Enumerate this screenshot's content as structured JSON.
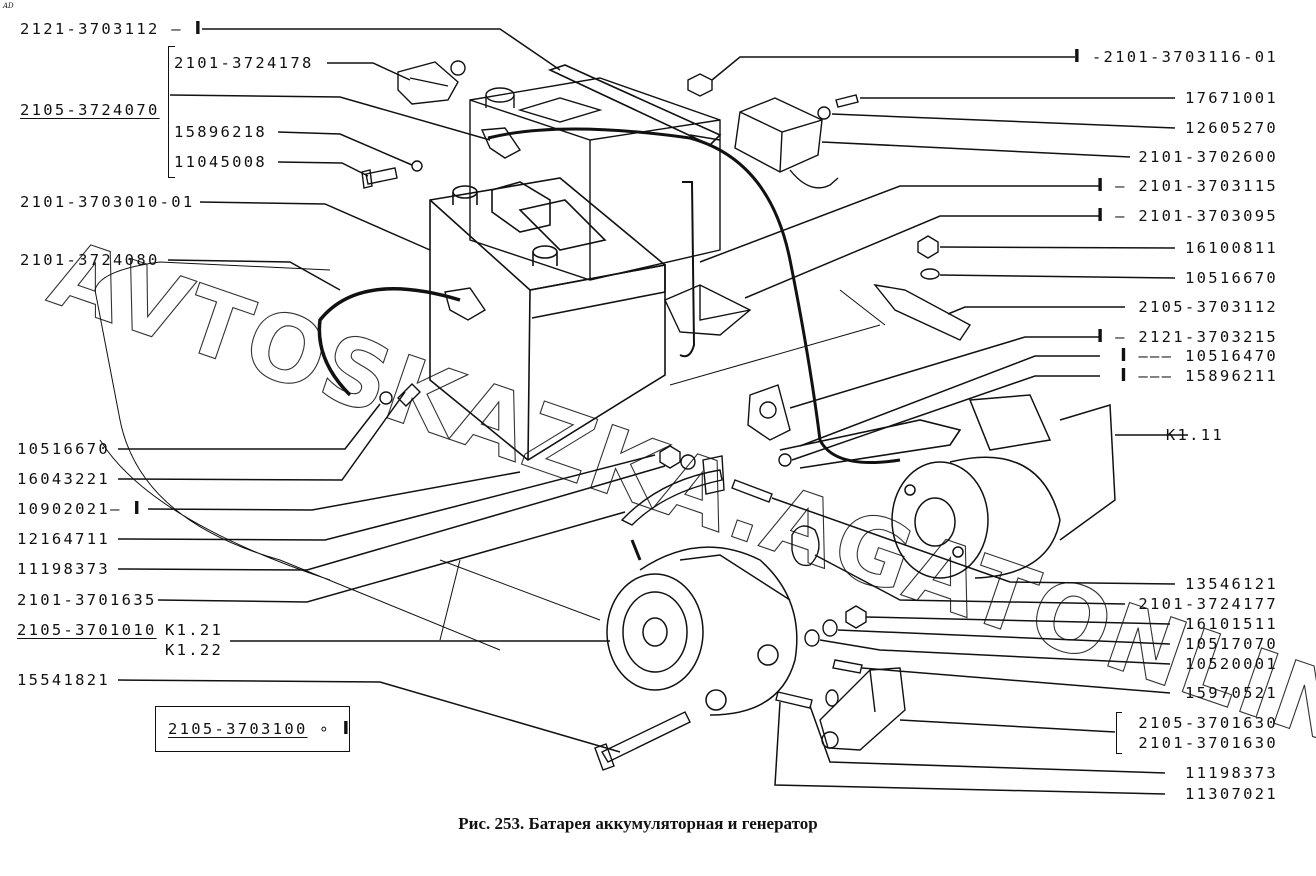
{
  "figure": {
    "corner_mark": "AD",
    "caption": "Рис. 253. Батарея аккумуляторная и генератор",
    "watermark": "AVTOSKAZKA.AGATONLINE",
    "qty_marker": "I"
  },
  "left_labels": {
    "strap": "2121-3703112",
    "terminal_cover": "2101-3724178",
    "battery_cable_kit": "2105-3724070",
    "cable_washer": "15896218",
    "cable_bolt": "11045008",
    "battery": "2101-3703010-01",
    "ground_cable": "2101-3724080",
    "washer_a": "10516670",
    "bolt_a": "16043221",
    "bolt_b": "10902021",
    "nut_a": "12164711",
    "bolt_c": "11198373",
    "tension_bar": "2101-3701635",
    "alternator": "2105-3701010",
    "alternator_ref1": "K1.21",
    "alternator_ref2": "K1.22",
    "long_bolt": "15541821"
  },
  "kit_box": {
    "label": "2105-3703100",
    "qty": "I"
  },
  "right_labels": {
    "strap_nut": "2101-3703116-01",
    "reg_screw": "17671001",
    "reg_washer": "12605270",
    "regulator": "2101-3702600",
    "hold_rod": "2101-3703115",
    "tray": "2101-3703095",
    "nut_b": "16100811",
    "washer_b": "10516670",
    "clamp_plate": "2105-3703112",
    "bracket": "2121-3703215",
    "washer_c": "10516470",
    "bolt_d": "15896211",
    "starter_ref": "K1.11",
    "stud": "13546121",
    "cable_clip": "2101-3724177",
    "nut_c": "16101511",
    "washer_d": "10517070",
    "washer_e": "10520001",
    "bolt_e": "15970521",
    "alt_bracket_1": "2105-3701630",
    "alt_bracket_2": "2101-3701630",
    "bolt_f": "11198373",
    "bolt_g": "11307021"
  }
}
